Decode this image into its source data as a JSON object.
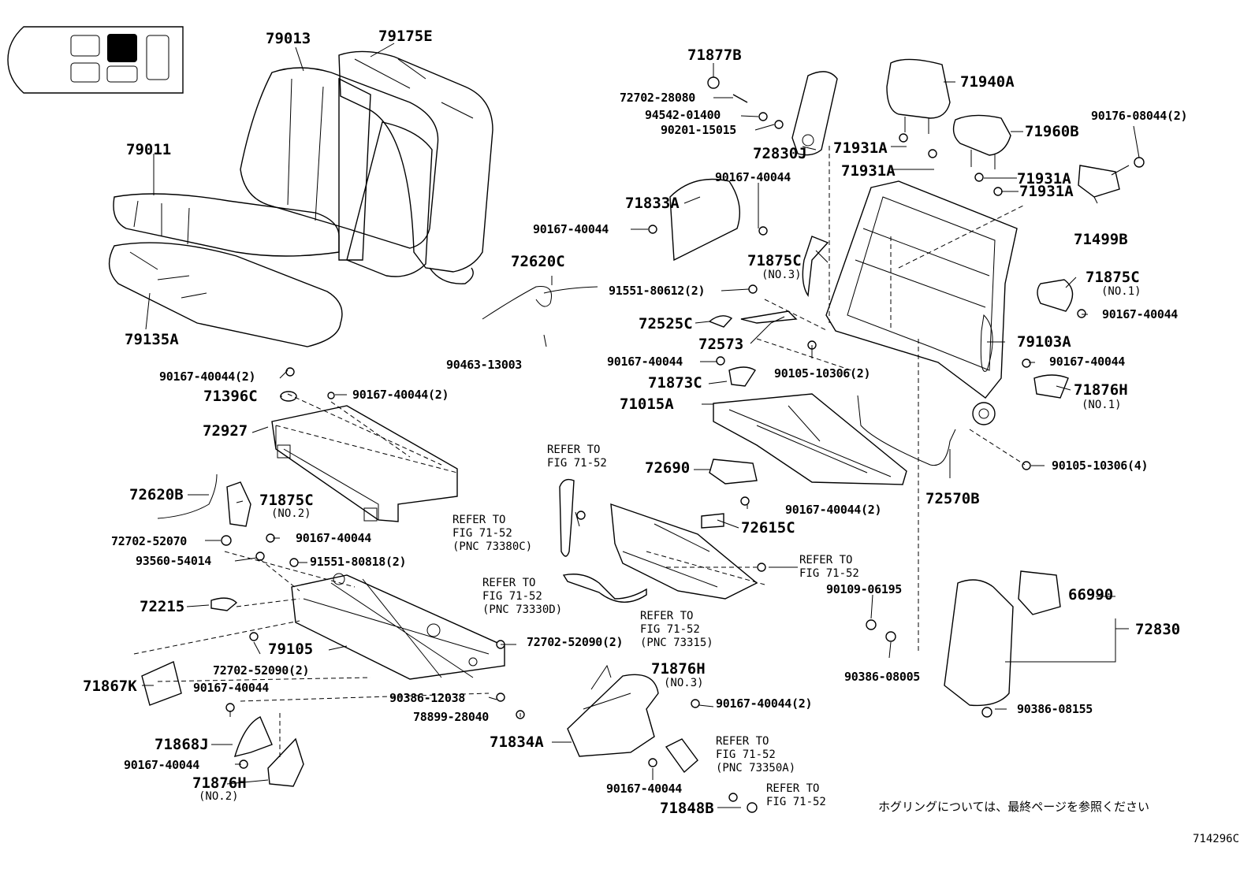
{
  "labels": {
    "p79013": "79013",
    "p79175E": "79175E",
    "p79011": "79011",
    "p79135A": "79135A",
    "p71877B": "71877B",
    "p72702_28080": "72702-28080",
    "p94542_01400": "94542-01400",
    "p90201_15015": "90201-15015",
    "p72830J": "72830J",
    "p71940A": "71940A",
    "p71960B": "71960B",
    "p90176_08044": "90176-08044(2)",
    "p71931A_1": "71931A",
    "p71931A_2": "71931A",
    "p71931A_3": "71931A",
    "p71931A_4": "71931A",
    "p71499B": "71499B",
    "p90167_40044_a": "90167-40044",
    "p71833A": "71833A",
    "p90167_40044_b": "90167-40044",
    "p72620C": "72620C",
    "p71875C_a": "71875C",
    "p91551_80612": "91551-80612(2)",
    "p71875C_b": "71875C",
    "p90167_40044_c": "90167-40044",
    "p72525C": "72525C",
    "p72573": "72573",
    "p79103A": "79103A",
    "p90463_13003": "90463-13003",
    "p90167_40044_d": "90167-40044",
    "p90105_10306_2": "90105-10306(2)",
    "p90167_40044_e": "90167-40044",
    "p71873C": "71873C",
    "p71876H_a": "71876H",
    "p71015A": "71015A",
    "p90167_40044_f": "90167-40044(2)",
    "p71396C": "71396C",
    "p90167_40044_g": "90167-40044(2)",
    "p72927": "72927",
    "p72690": "72690",
    "p90105_10306_4": "90105-10306(4)",
    "p90167_40044_h": "90167-40044(2)",
    "p72570B": "72570B",
    "p72620B": "72620B",
    "p71875C_c": "71875C",
    "p72615C": "72615C",
    "p72702_52070": "72702-52070",
    "p90167_40044_i": "90167-40044",
    "p93560_54014": "93560-54014",
    "p91551_80818": "91551-80818(2)",
    "p90109_06195": "90109-06195",
    "p66990": "66990",
    "p72215": "72215",
    "p72830": "72830",
    "p72702_52090_a": "72702-52090(2)",
    "p72702_52090_b": "72702-52090(2)",
    "p79105": "79105",
    "p90386_08005": "90386-08005",
    "p71876H_b": "71876H",
    "p71867K": "71867K",
    "p90167_40044_j": "90167-40044",
    "p90386_12038": "90386-12038",
    "p90167_40044_k": "90167-40044(2)",
    "p90386_08155": "90386-08155",
    "p78899_28040": "78899-28040",
    "p71834A": "71834A",
    "p71868J": "71868J",
    "p90167_40044_l": "90167-40044",
    "p71876H_c": "71876H",
    "p90167_40044_m": "90167-40044",
    "p71848B": "71848B"
  },
  "sublabels": {
    "no3": "(NO.3)",
    "no1_a": "(NO.1)",
    "no1_b": "(NO.1)",
    "no2_a": "(NO.2)",
    "no3_b": "(NO.3)",
    "no2_b": "(NO.2)"
  },
  "refs": {
    "r1": "REFER TO\nFIG 71-52",
    "r2": "REFER TO\nFIG 71-52\n(PNC 73380C)",
    "r3": "REFER TO\nFIG 71-52",
    "r4": "REFER TO\nFIG 71-52\n(PNC 73330D)",
    "r5": "REFER TO\nFIG 71-52\n(PNC 73315)",
    "r6": "REFER TO\nFIG 71-52\n(PNC 73350A)",
    "r7": "REFER TO\nFIG 71-52"
  },
  "note": "ホグリングについては、最終ページを参照ください",
  "page_id": "714296C"
}
